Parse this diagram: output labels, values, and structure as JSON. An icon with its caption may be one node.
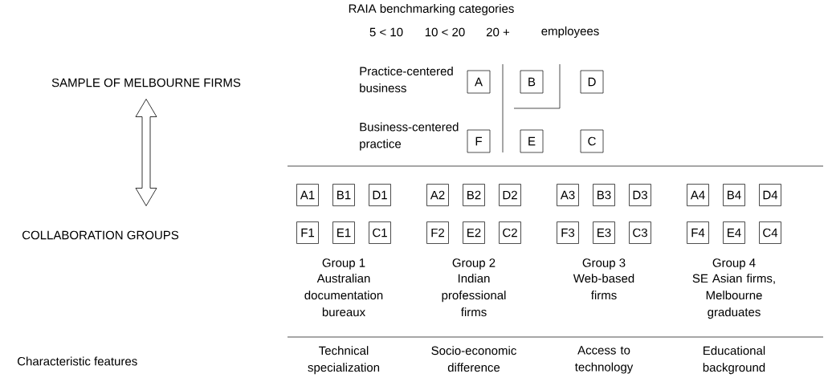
{
  "diagram": {
    "nodes": [
      {
        "text": [
          "SAMPLE OF MELBOURNE FIRMS"
        ]
      },
      {
        "text": [
          "COLLABORATION GROUPS"
        ]
      },
      {
        "text": [
          "A"
        ]
      },
      {
        "text": [
          "B"
        ]
      },
      {
        "text": [
          "D"
        ]
      },
      {
        "text": [
          "F"
        ]
      },
      {
        "text": [
          "E"
        ]
      },
      {
        "text": [
          "C"
        ]
      },
      {
        "text": [
          "A1"
        ]
      },
      {
        "text": [
          "B1"
        ]
      },
      {
        "text": [
          "D1"
        ]
      },
      {
        "text": [
          "F1"
        ]
      },
      {
        "text": [
          "E1"
        ]
      },
      {
        "text": [
          "C1"
        ]
      },
      {
        "text": [
          "A2"
        ]
      },
      {
        "text": [
          "B2"
        ]
      },
      {
        "text": [
          "D2"
        ]
      },
      {
        "text": [
          "F2"
        ]
      },
      {
        "text": [
          "E2"
        ]
      },
      {
        "text": [
          "C2"
        ]
      },
      {
        "text": [
          "A3"
        ]
      },
      {
        "text": [
          "B3"
        ]
      },
      {
        "text": [
          "D3"
        ]
      },
      {
        "text": [
          "F3"
        ]
      },
      {
        "text": [
          "E3"
        ]
      },
      {
        "text": [
          "C3"
        ]
      },
      {
        "text": [
          "A4"
        ]
      },
      {
        "text": [
          "B4"
        ]
      },
      {
        "text": [
          "D4"
        ]
      },
      {
        "text": [
          "F4"
        ]
      },
      {
        "text": [
          "E4"
        ]
      },
      {
        "text": [
          "C4"
        ]
      }
    ],
    "edges": [
      {
        "from": 0,
        "to": 1,
        "arrow": "both"
      }
    ],
    "labels": [
      "RAIA benchmarking categories",
      "5 < 10",
      "10 < 20",
      "20 +",
      "employees",
      "Practice-centered business",
      "Business-centered practice",
      "Group 1",
      "Australian documentation bureaux",
      "Group 2",
      "Indian professional firms",
      "Group 3",
      "Web-based firms",
      "Group 4",
      "SE Asian firms, Melbourne graduates",
      "Characteristic features",
      "Technical specialization",
      "Socio-economic difference",
      "Access to technology",
      "Educational background"
    ]
  }
}
